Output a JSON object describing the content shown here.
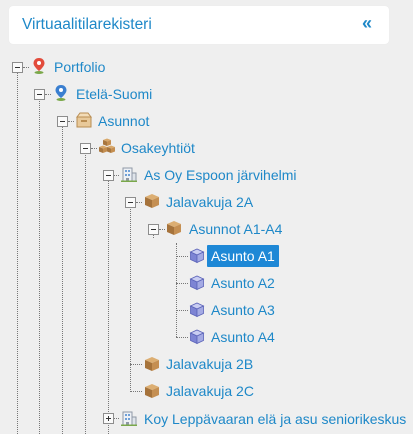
{
  "panel": {
    "title": "Virtuaalitilarekisteri",
    "collapse_label": "«"
  },
  "tree": {
    "nodes": [
      {
        "label": "Portfolio",
        "icon": "portfolio-pin-icon",
        "expanded": true
      },
      {
        "label": "Etelä-Suomi",
        "icon": "region-pin-icon",
        "expanded": true
      },
      {
        "label": "Asunnot",
        "icon": "folder-box-icon",
        "expanded": true
      },
      {
        "label": "Osakeyhtiöt",
        "icon": "boxes-icon",
        "expanded": true
      },
      {
        "label": "As Oy Espoon järvihelmi",
        "icon": "building-icon",
        "expanded": true
      },
      {
        "label": "Jalavakuja 2A",
        "icon": "box-icon",
        "expanded": true
      },
      {
        "label": "Asunnot A1-A4",
        "icon": "box-icon",
        "expanded": true
      },
      {
        "label": "Asunto A1",
        "icon": "apartment-cube-icon",
        "selected": true
      },
      {
        "label": "Asunto A2",
        "icon": "apartment-cube-icon"
      },
      {
        "label": "Asunto A3",
        "icon": "apartment-cube-icon"
      },
      {
        "label": "Asunto A4",
        "icon": "apartment-cube-icon"
      },
      {
        "label": "Jalavakuja 2B",
        "icon": "box-icon"
      },
      {
        "label": "Jalavakuja 2C",
        "icon": "box-icon"
      },
      {
        "label": "Koy Leppävaaran elä ja asu seniorikeskus",
        "icon": "building-icon",
        "expanded": false
      }
    ]
  },
  "colors": {
    "accent": "#1e88c8",
    "selected_bg": "#1e88d6",
    "background": "#efefef"
  }
}
